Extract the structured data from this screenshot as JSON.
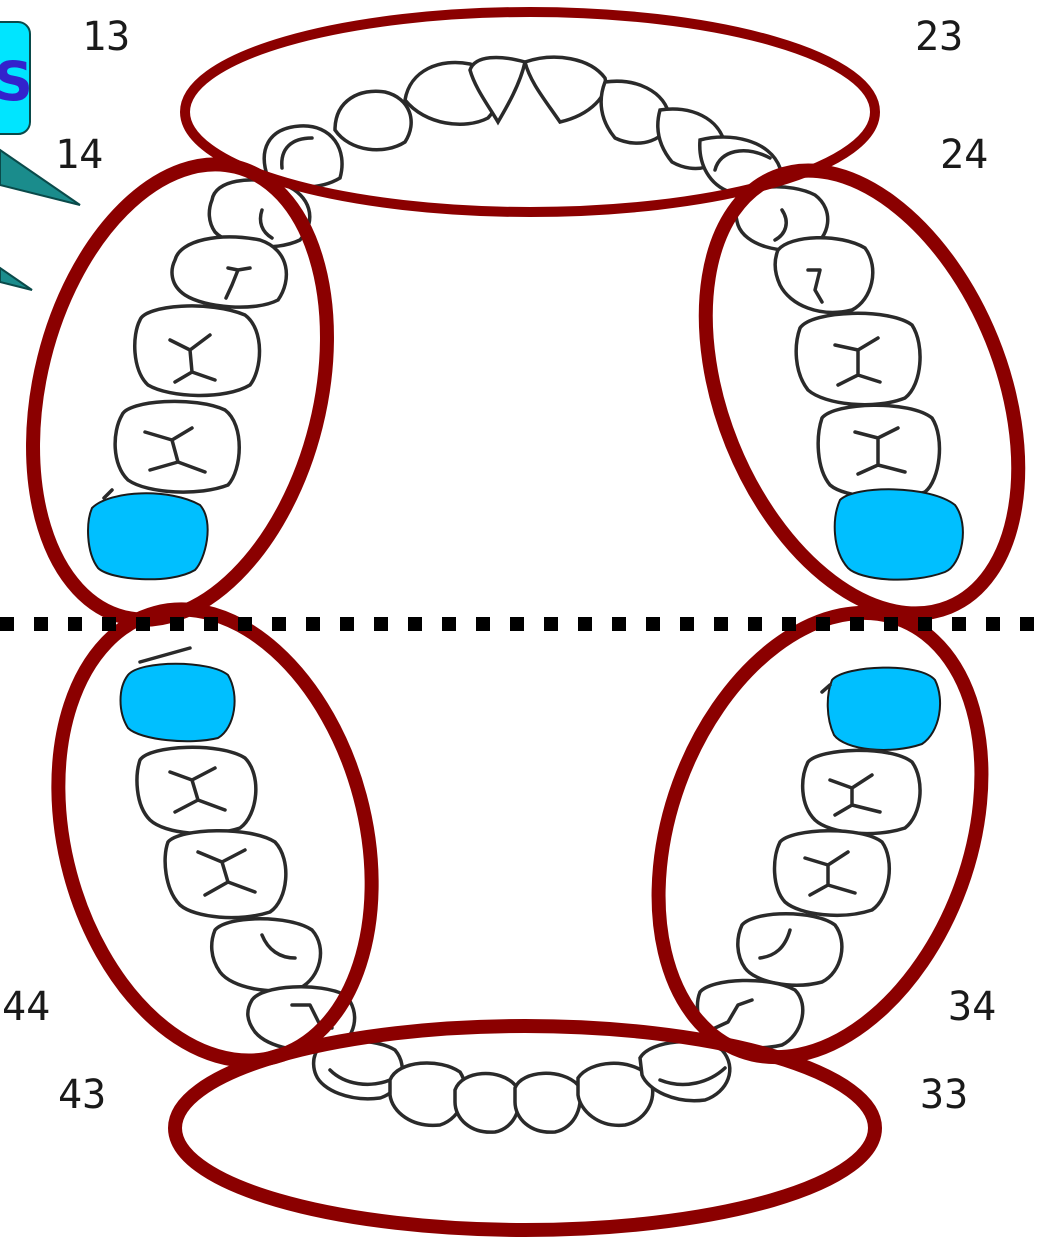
{
  "callout": {
    "text": "S"
  },
  "labels": {
    "t13": "13",
    "t23": "23",
    "t14": "14",
    "t24": "24",
    "t44": "44",
    "t34": "34",
    "t43": "43",
    "t33": "33"
  },
  "colors": {
    "sextant_outline": "#8b0000",
    "highlighted_tooth": "#00bfff",
    "callout_fill": "#00e5ff",
    "divider": "#000000"
  },
  "highlighted_teeth": [
    "upper-right-last-molar",
    "upper-left-last-molar",
    "lower-right-last-molar",
    "lower-left-last-molar"
  ]
}
